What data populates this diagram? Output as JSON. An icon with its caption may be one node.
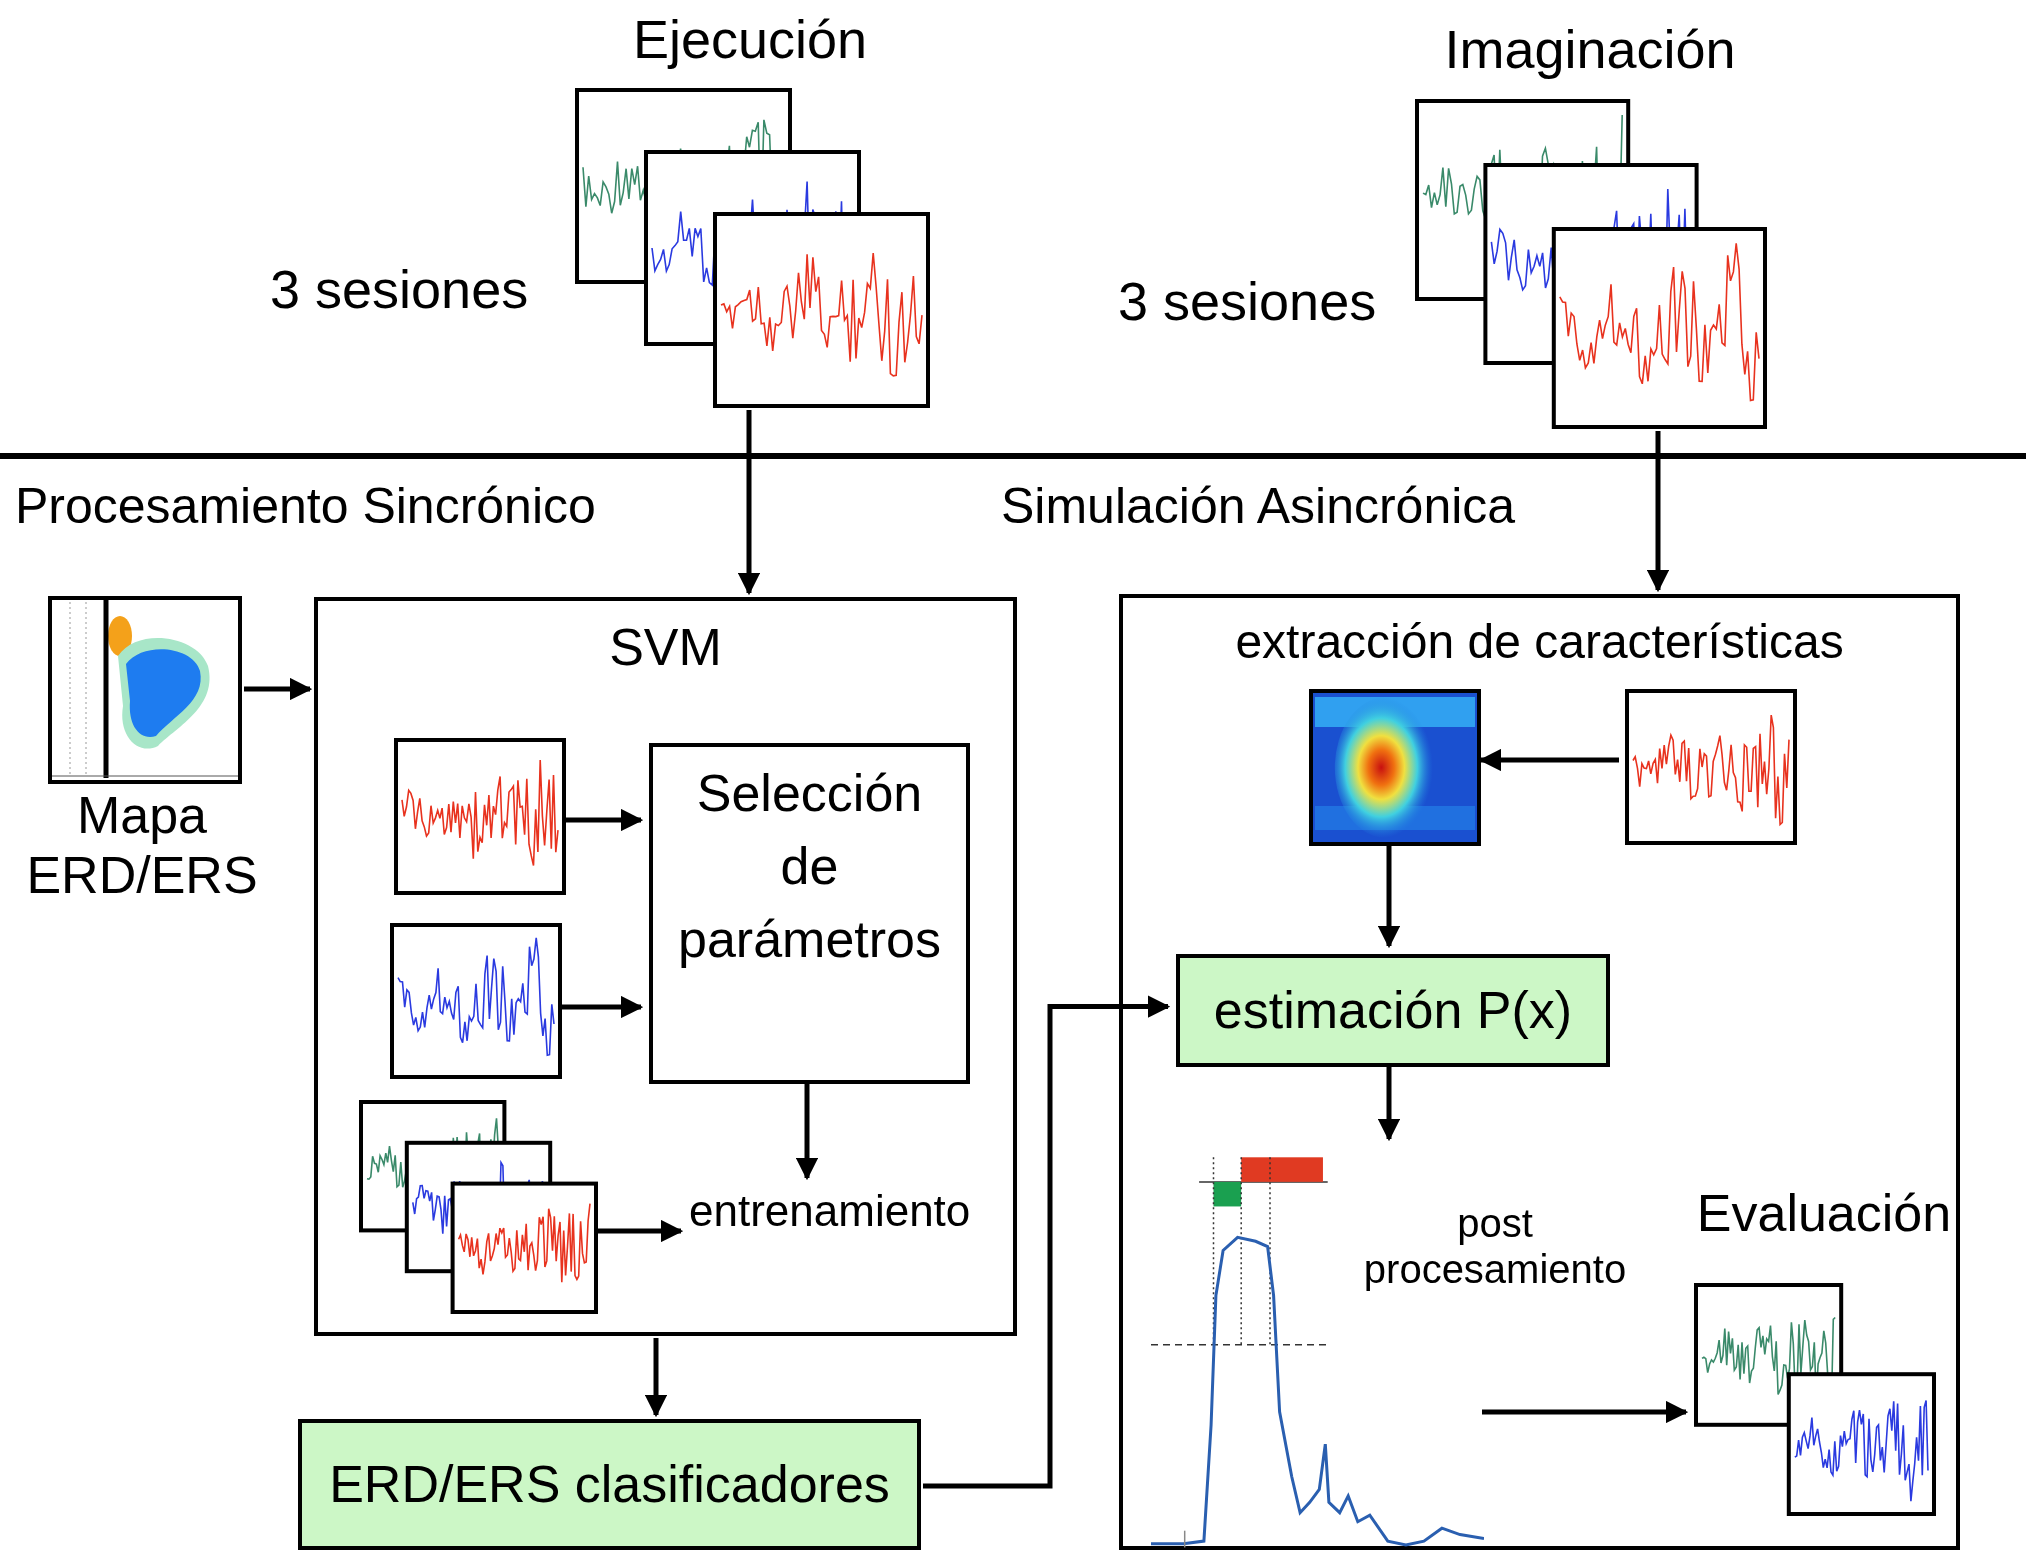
{
  "diagram": {
    "nodes": [
      {
        "text": [],
        "shape": "picture",
        "beside": [
          "Ejecución",
          "3 sesiones"
        ]
      },
      {
        "text": [],
        "shape": "picture",
        "beside": [
          "Imaginación",
          "3 sesiones"
        ]
      },
      {
        "text": [],
        "shape": "picture",
        "beside": [
          "Mapa ERD/ERS"
        ]
      },
      {
        "text": [
          "SVM"
        ]
      },
      {
        "text": [],
        "shape": "picture",
        "in": 3
      },
      {
        "text": [],
        "shape": "picture",
        "in": 3
      },
      {
        "text": [
          "Selección de parámetros"
        ],
        "in": 3
      },
      {
        "text": [],
        "shape": "picture",
        "in": 3
      },
      {
        "text": [
          "entrenamiento"
        ],
        "in": 3
      },
      {
        "text": [
          "ERD/ERS clasificadores"
        ]
      },
      {
        "text": [
          "extracción de características"
        ]
      },
      {
        "text": [],
        "shape": "picture",
        "in": 10
      },
      {
        "text": [],
        "shape": "picture",
        "in": 10
      },
      {
        "text": [
          "estimación P(x)"
        ],
        "in": 10
      },
      {
        "text": [],
        "shape": "picture",
        "in": 10
      },
      {
        "text": [],
        "shape": "picture",
        "in": 10,
        "beside": [
          "Evaluación"
        ]
      }
    ],
    "edges": [
      {
        "from": 0,
        "to": 3,
        "arrow": "to"
      },
      {
        "from": 1,
        "to": 10,
        "arrow": "to"
      },
      {
        "from": 2,
        "to": 3,
        "arrow": "to"
      },
      {
        "from": 4,
        "to": 6,
        "arrow": "to"
      },
      {
        "from": 5,
        "to": 6,
        "arrow": "to"
      },
      {
        "from": 6,
        "to": 8,
        "arrow": "to"
      },
      {
        "from": 7,
        "to": 8,
        "arrow": "to"
      },
      {
        "from": 3,
        "to": 9,
        "arrow": "to"
      },
      {
        "from": 9,
        "to": 13,
        "arrow": "to"
      },
      {
        "from": 12,
        "to": 11,
        "arrow": "to"
      },
      {
        "from": 11,
        "to": 13,
        "arrow": "to"
      },
      {
        "from": 13,
        "to": 14,
        "arrow": "to"
      },
      {
        "from": 14,
        "to": 15,
        "arrow": "to",
        "label": "post procesamiento"
      }
    ],
    "labels": [
      "Procesamiento Sincrónico",
      "Simulación Asincrónica"
    ]
  }
}
